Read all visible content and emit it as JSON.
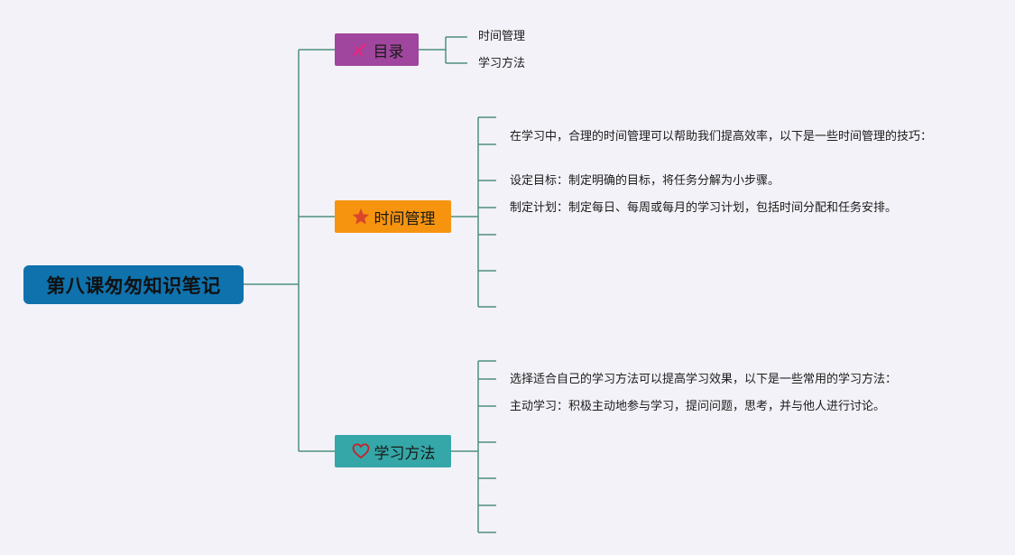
{
  "root": {
    "title": "第八课匆匆知识笔记"
  },
  "catalog": {
    "label": "目录",
    "icon": "pencil-x-icon",
    "items": [
      "时间管理",
      "学习方法"
    ]
  },
  "time_management": {
    "label": "时间管理",
    "icon": "star-icon",
    "items": [
      "在学习中，合理的时间管理可以帮助我们提高效率，以下是一些时间管理的技巧：",
      "设定目标：制定明确的目标，将任务分解为小步骤。",
      "制定计划：制定每日、每周或每月的学习计划，包括时间分配和任务安排。"
    ]
  },
  "study_methods": {
    "label": "学习方法",
    "icon": "heart-icon",
    "items": [
      "选择适合自己的学习方法可以提高学习效果，以下是一些常用的学习方法：",
      "主动学习：积极主动地参与学习，提问问题，思考，并与他人进行讨论。"
    ]
  },
  "colors": {
    "background": "#f3f2f8",
    "root": "#0f72ad",
    "catalog": "#a0469e",
    "time_management": "#f7940f",
    "study_methods": "#35a7a8",
    "connector": "#4e8f7e"
  }
}
